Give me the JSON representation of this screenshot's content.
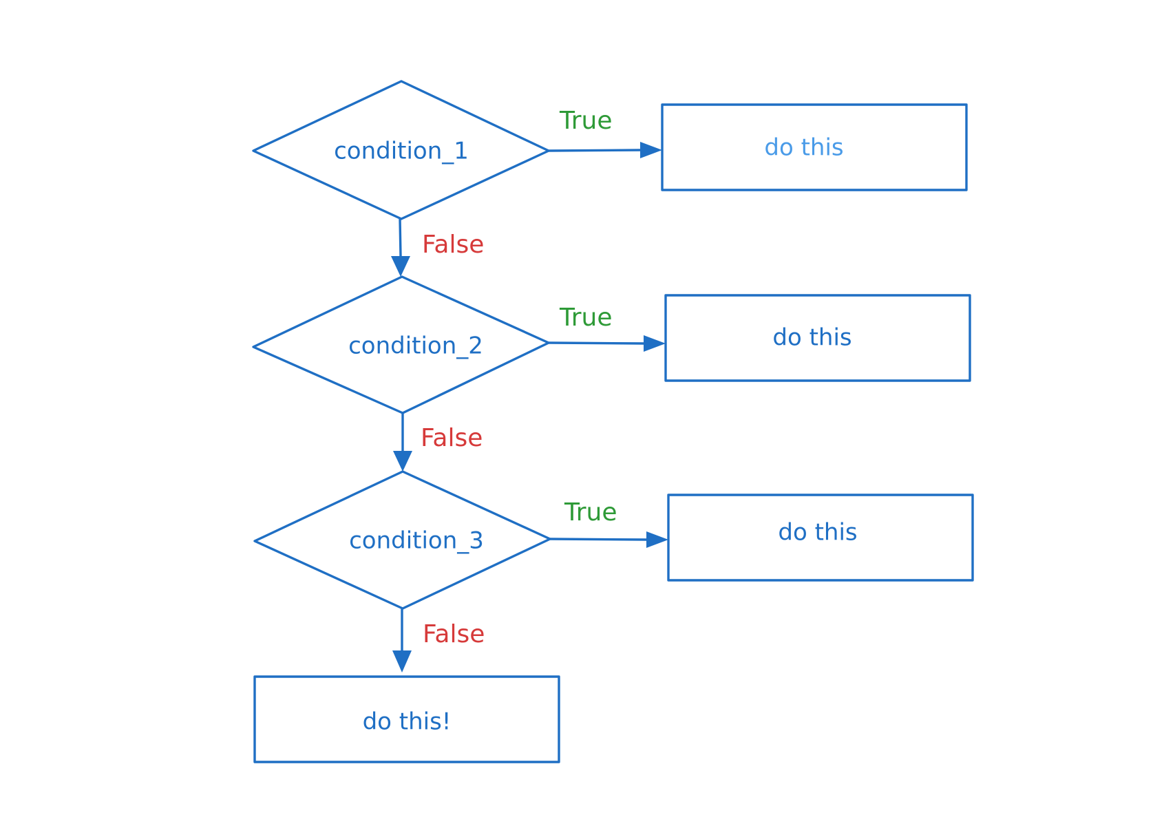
{
  "colors": {
    "stroke": "#1f6fc4",
    "node_text": "#1f6fc4",
    "first_action_text": "#4a9be8",
    "true_label": "#2e9a37",
    "false_label": "#d63a3a"
  },
  "decisions": [
    {
      "label": "condition_1"
    },
    {
      "label": "condition_2"
    },
    {
      "label": "condition_3"
    }
  ],
  "actions": [
    {
      "label": "do this"
    },
    {
      "label": "do this"
    },
    {
      "label": "do this"
    },
    {
      "label": "do this!"
    }
  ],
  "edge_labels": {
    "true": "True",
    "false": "False"
  }
}
